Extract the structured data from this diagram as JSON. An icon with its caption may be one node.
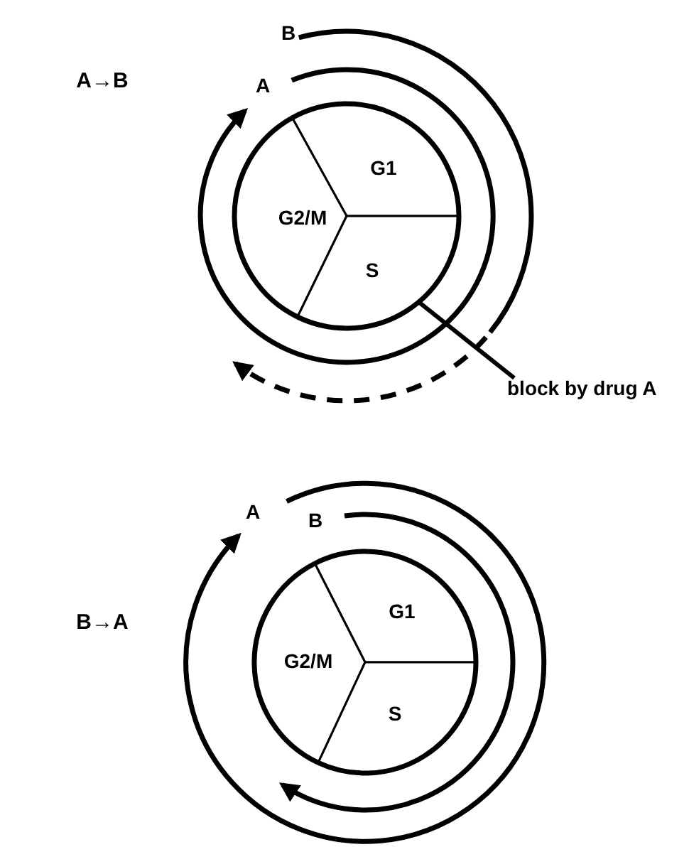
{
  "diagram": {
    "nodes": [
      {
        "text": [
          "G1"
        ]
      },
      {
        "text": [
          "G2/M"
        ]
      },
      {
        "text": [
          "S"
        ]
      },
      {
        "text": [
          "block by drug A"
        ]
      },
      {
        "text": [
          "G1"
        ]
      },
      {
        "text": [
          "G2/M"
        ]
      },
      {
        "text": [
          "S"
        ]
      }
    ],
    "edges": [
      {
        "from": 3,
        "to": 2,
        "arrow": "none"
      }
    ],
    "labels": [
      "B",
      "A→B",
      "A",
      "B→A",
      "A",
      "B"
    ]
  }
}
